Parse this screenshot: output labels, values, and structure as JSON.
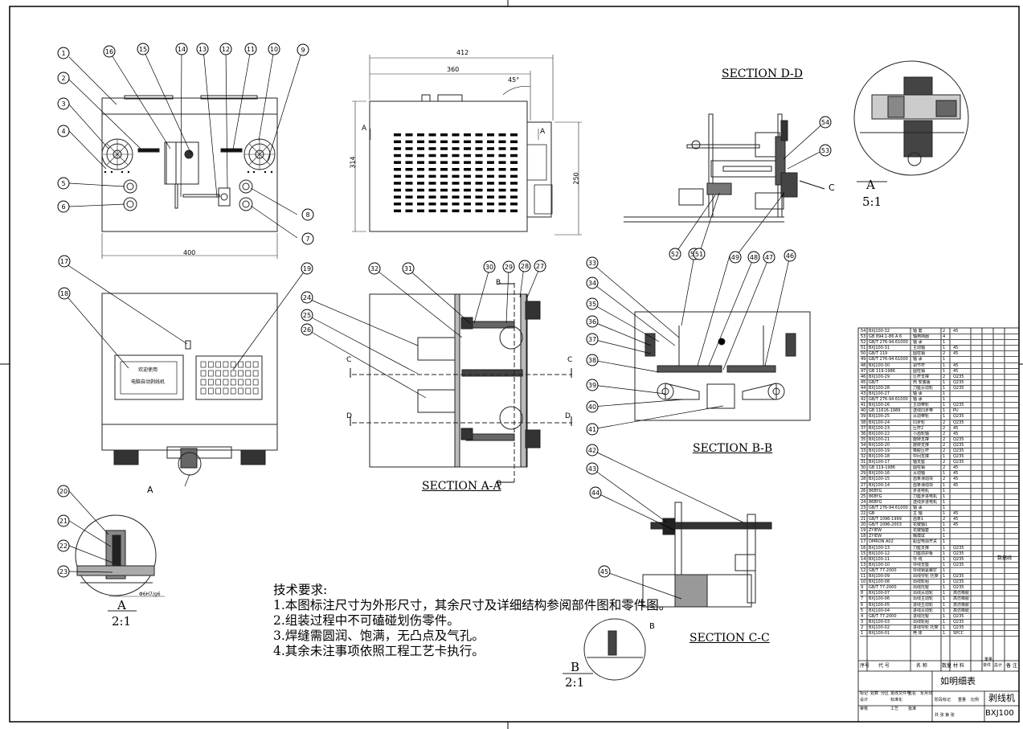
{
  "sheet": {
    "border_color": "#000000",
    "line_color": "#222222"
  },
  "views": {
    "front_dim_width": "400",
    "side_dim_total": "412",
    "side_dim_inner": "360",
    "side_angle": "45°",
    "side_dim_height": "314",
    "side_dim_right": "250",
    "section_a_label": "A",
    "section_c_label": "C",
    "section_d_label": "D",
    "section_b_label": "B",
    "detail_a_letter": "A",
    "detail_a_scale": "5:1",
    "detail_a2_letter": "A",
    "detail_a2_scale": "2:1",
    "detail_b_letter": "B",
    "detail_b_scale": "2:1",
    "fit_tolerance": "Φ6H7/g6",
    "screen_line1": "欢迎使用",
    "screen_line2": "电脑自动剥线机"
  },
  "section_titles": {
    "dd": "SECTION D-D",
    "aa": "SECTION A-A",
    "bb": "SECTION B-B",
    "cc": "SECTION C-C"
  },
  "balloons": [
    "1",
    "2",
    "3",
    "4",
    "5",
    "6",
    "7",
    "8",
    "9",
    "10",
    "11",
    "12",
    "13",
    "14",
    "15",
    "16",
    "17",
    "18",
    "19",
    "20",
    "21",
    "22",
    "23",
    "24",
    "25",
    "26",
    "27",
    "28",
    "29",
    "30",
    "31",
    "32",
    "33",
    "34",
    "35",
    "36",
    "37",
    "38",
    "39",
    "40",
    "41",
    "42",
    "43",
    "44",
    "45",
    "46",
    "47",
    "48",
    "49",
    "50",
    "51",
    "52",
    "53",
    "54"
  ],
  "notes": {
    "title": "技术要求:",
    "items": [
      "1.本图标注尺寸为外形尺寸，其余尺寸及详细结构参阅部件图和零件图。",
      "2.组装过程中不可磕碰划伤零件。",
      "3.焊缝需圆润、饱满，无凸点及气孔。",
      "4.其余未注事项依照工程工艺卡执行。"
    ]
  },
  "bom": {
    "rows": [
      [
        "54",
        "BXJ100-32",
        "轴 套",
        "2",
        "45"
      ],
      [
        "53",
        "GB 894.1-86 A 6",
        "轴用挡圈",
        "4",
        ""
      ],
      [
        "52",
        "GB/T 276-94 61000",
        "轴 承",
        "1",
        ""
      ],
      [
        "51",
        "BXJ100-31",
        "主动轴",
        "1",
        "45"
      ],
      [
        "50",
        "GB/T 119",
        "圆柱销",
        "2",
        "45"
      ],
      [
        "49",
        "GB/T 276-94 61000",
        "轴 承",
        "1",
        ""
      ],
      [
        "48",
        "BXJ100-30",
        "调节杆",
        "1",
        "45"
      ],
      [
        "47",
        "GB 119-1986",
        "圆柱销",
        "1",
        "45"
      ],
      [
        "46",
        "BXJ100-29",
        "压杆支撑",
        "2",
        "Q235"
      ],
      [
        "45",
        "GB/T",
        "丙 安装版",
        "1",
        "Q235"
      ],
      [
        "44",
        "BXJ100-28",
        "刀座从动轮",
        "1",
        "Q235"
      ],
      [
        "43",
        "BXJ100-27",
        "轴 承",
        "1",
        ""
      ],
      [
        "42",
        "GB/T 276-94 61000",
        "轴 承",
        "1",
        ""
      ],
      [
        "41",
        "BXJ100-26",
        "主动带轮",
        "1",
        "Q235"
      ],
      [
        "40",
        "GB 11616-1989",
        "送线同步带",
        "1",
        "PU"
      ],
      [
        "39",
        "BXJ100-25",
        "从动带轮",
        "1",
        "Q235"
      ],
      [
        "38",
        "BXJ100-24",
        "同步轮",
        "2",
        "Q235"
      ],
      [
        "37",
        "BXJ100-23",
        "压杆2",
        "2",
        "45"
      ],
      [
        "36",
        "BXJ100-22",
        "小齿轮轴",
        "2",
        "45"
      ],
      [
        "35",
        "BXJ100-21",
        "旋转支撑",
        "2",
        "Q235"
      ],
      [
        "34",
        "BXJ100-20",
        "旋转支撑",
        "2",
        "Q235"
      ],
      [
        "33",
        "BXJ100-19",
        "橡胶压杆",
        "2",
        "Q235"
      ],
      [
        "32",
        "BXJ100-18",
        "中间支撑",
        "1",
        "Q235"
      ],
      [
        "31",
        "BXJ100-17",
        "轴支座",
        "2",
        "Q235"
      ],
      [
        "30",
        "GB 119-1986",
        "圆柱销",
        "2",
        "45"
      ],
      [
        "29",
        "BXJ100-16",
        "从动轴",
        "1",
        "45"
      ],
      [
        "28",
        "BXJ100-15",
        "齿条滑动块",
        "2",
        "45"
      ],
      [
        "27",
        "BXJ100-14",
        "齿条滑动块",
        "1",
        "45"
      ],
      [
        "26",
        "86BYG",
        "步进电机",
        "1",
        ""
      ],
      [
        "25",
        "86BYG",
        "刀座步进电机",
        "1",
        ""
      ],
      [
        "24",
        "86BYG",
        "送线步进电机",
        "1",
        ""
      ],
      [
        "23",
        "GB/T 276-94 61000",
        "轴 承",
        "1",
        ""
      ],
      [
        "22",
        "GB",
        "主 轴",
        "1",
        "45"
      ],
      [
        "21",
        "GB/T 1096-1999",
        "齿条1",
        "2",
        "45"
      ],
      [
        "20",
        "GB/T 1096-2003",
        "花键轴1",
        "1",
        "45"
      ],
      [
        "19",
        "ZYIEW",
        "花键轴套",
        "1",
        ""
      ],
      [
        "18",
        "ZYIEW",
        "触摸屏",
        "1",
        ""
      ],
      [
        "17",
        "OMRON A02",
        "船型电源开关",
        "1",
        ""
      ],
      [
        "16",
        "BXJ100-13",
        "刀座支撑",
        "1",
        "Q235"
      ],
      [
        "15",
        "BXJ100-12",
        "刀座前护板",
        "1",
        "Q235"
      ],
      [
        "14",
        "BXJ100-11",
        "导 线",
        "1",
        "Q235"
      ],
      [
        "13",
        "BXJ100-10",
        "导线支座",
        "1",
        "Q235"
      ],
      [
        "12",
        "GB/T 77-2000",
        "导线锁紧螺钉",
        "1",
        ""
      ],
      [
        "11",
        "BXJ100-09",
        "出线导轮 托架",
        "1",
        "Q235"
      ],
      [
        "10",
        "BXJ100-08",
        "出线轮组",
        "1",
        "Q235"
      ],
      [
        "9",
        "GB/T 77-2000",
        "出线托辊",
        "1",
        "Q235"
      ],
      [
        "8",
        "BXJ100-07",
        "出线从动轮",
        "1",
        "高仿橡胶"
      ],
      [
        "7",
        "BXJ100-06",
        "出线主动轮",
        "1",
        "高仿橡胶"
      ],
      [
        "6",
        "BXJ100-05",
        "进线主动轮",
        "1",
        "高仿橡胶"
      ],
      [
        "5",
        "BXJ100-04",
        "进线从动轮",
        "1",
        "高仿橡胶"
      ],
      [
        "4",
        "GB/T 77-2000",
        "进线托辊",
        "1",
        "Q235"
      ],
      [
        "3",
        "BXJ100-03",
        "出线轮组",
        "1",
        "Q235"
      ],
      [
        "2",
        "BXJ100-02",
        "进线导轮 托架",
        "1",
        "Q235"
      ],
      [
        "1",
        "BXJ100-01",
        "壳 体",
        "1",
        "SPCC"
      ]
    ],
    "header": [
      "序号",
      "代 号",
      "名 称",
      "数量",
      "材 料",
      "单件",
      "总计",
      "备 注"
    ],
    "weight_label": "重量",
    "note_right": "数据线",
    "title_part": "如明细表",
    "title_name": "剥线机",
    "drawing_no": "BXJ100",
    "labels": {
      "mark": "标记",
      "count": "处数",
      "zone": "分区",
      "change": "更改文件号",
      "sign": "签名",
      "date": "年月日",
      "design": "设计",
      "standard": "标准化",
      "stage": "阶段标记",
      "weight": "重量",
      "scale": "比例",
      "review": "审核",
      "process": "工艺",
      "approve": "批准",
      "sheets": "共   张   第   张"
    }
  }
}
